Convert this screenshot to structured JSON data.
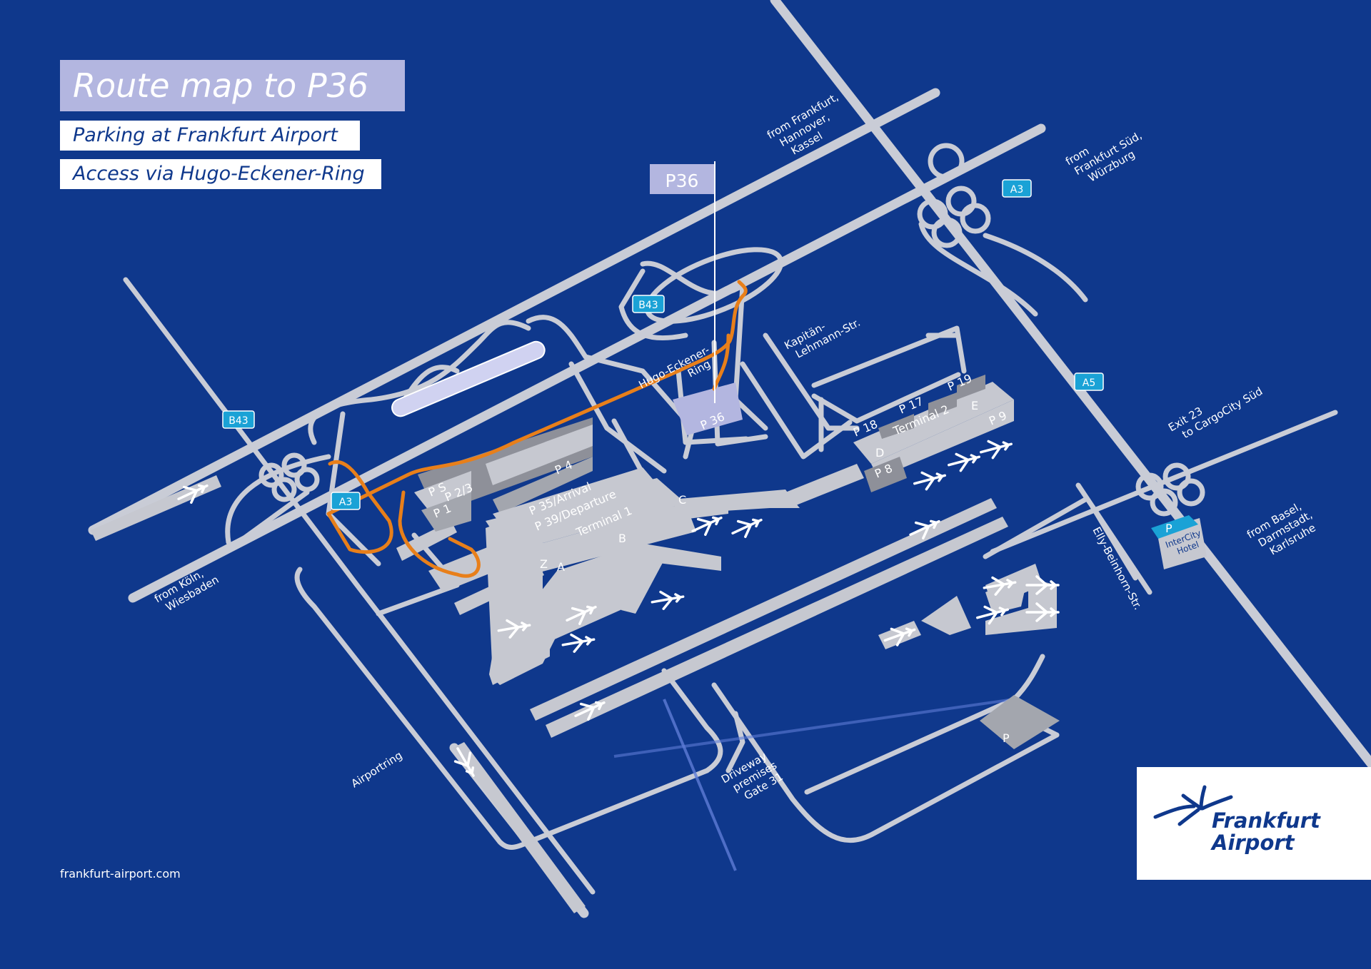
{
  "title": "Route map to P36",
  "subtitles": [
    "Parking at Frankfurt Airport",
    "Access via Hugo-Eckener-Ring"
  ],
  "destination_flag": "P36",
  "destination_parking": "P 36",
  "road_shields": {
    "b43_west": "B43",
    "b43_north": "B43",
    "a3_west": "A3",
    "a3_east": "A3",
    "a5": "A5"
  },
  "direction_labels": {
    "from_frankfurt": [
      "from Frankfurt,",
      "Hannover,",
      "Kassel"
    ],
    "from_frankfurt_sued": [
      "from",
      "Frankfurt Süd,",
      "Würzburg"
    ],
    "from_koeln": [
      "from Köln,",
      "Wiesbaden"
    ],
    "from_basel": [
      "from Basel,",
      "Darmstadt,",
      "Karlsruhe"
    ],
    "exit23": [
      "Exit 23",
      "to CargoCity Süd"
    ]
  },
  "street_labels": {
    "hugo_eckener": [
      "Hugo-Eckener-",
      "Ring"
    ],
    "kapitaen_lehmann": [
      "Kapitän-",
      "Lehmann-Str."
    ],
    "elly_beinhorn": "Elly-Beinhorn-Str.",
    "airportring": "Airportring",
    "driveway": [
      "Driveway",
      "premises",
      "Gate 31"
    ]
  },
  "terminal1": {
    "name": "Terminal 1",
    "parking": [
      "P S",
      "P 2/3",
      "P 1",
      "P 4",
      "P 35/Arrival",
      "P 39/Departure"
    ],
    "piers": [
      "Z",
      "A",
      "B",
      "C"
    ]
  },
  "terminal2": {
    "name": "Terminal 2",
    "parking": [
      "P 18",
      "P 17",
      "P 19",
      "P 9",
      "P 8"
    ],
    "piers": [
      "D",
      "E"
    ]
  },
  "cargo_parking": "P",
  "hotel": {
    "parking": "P",
    "name": [
      "InterCity",
      "Hotel"
    ]
  },
  "footer_url": "frankfurt-airport.com",
  "logo": [
    "Frankfurt",
    "Airport"
  ],
  "colors": {
    "background": "#0f388c",
    "route": "#e87f1a",
    "shield": "#1aa2d6",
    "title_bg": "#b3b6e0"
  }
}
